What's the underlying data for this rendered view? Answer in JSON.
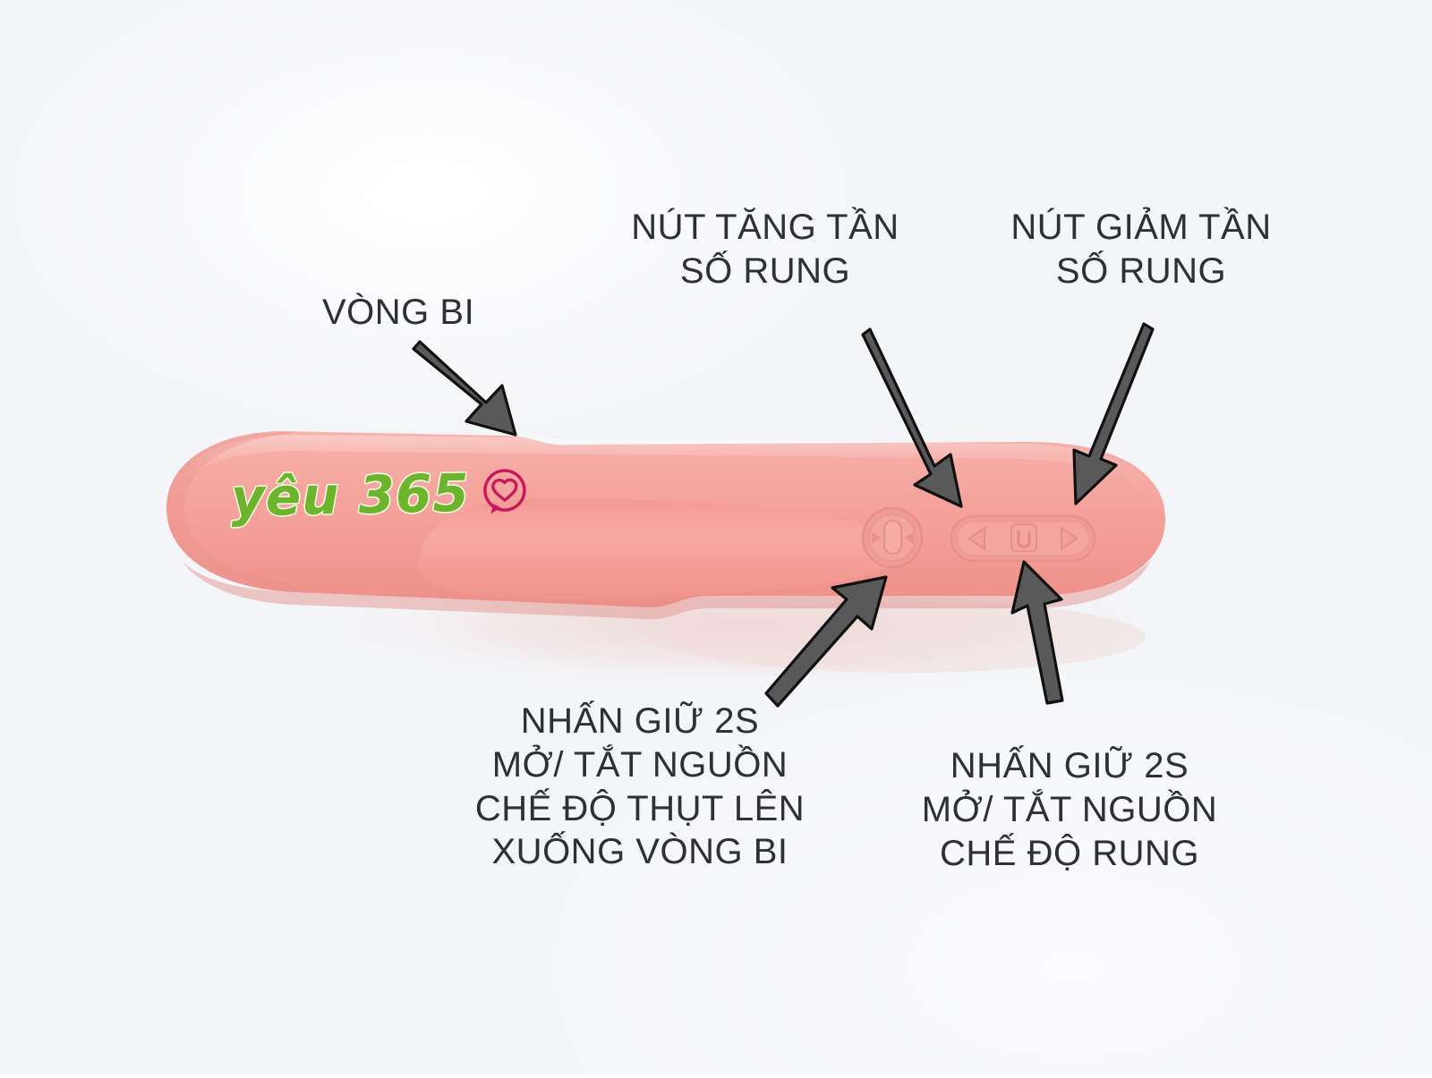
{
  "scene": {
    "background_color": "#f4f5f8",
    "subject": "pink silicone rabbit-style vibrator, annotated product diagram",
    "language": "vi"
  },
  "product": {
    "body_color": "#f4a09a",
    "body_shadow_color": "#f6d8d6",
    "logo": {
      "word": "yêu 365",
      "word_color": "#6cb42c",
      "badge_icon": "heart-speech-bubble-icon",
      "badge_color": "#c9185a"
    },
    "controls": [
      {
        "id": "thrust-button",
        "name": "thrust-power-button",
        "shape": "circle",
        "icon": "thrust-arrows-icon"
      },
      {
        "id": "freq-down-button",
        "name": "frequency-decrease-button",
        "shape": "triangle-left",
        "icon": "triangle-left-icon"
      },
      {
        "id": "vibe-power-button",
        "name": "vibration-power-button",
        "shape": "square",
        "icon": "power-u-icon"
      },
      {
        "id": "freq-up-button",
        "name": "frequency-increase-button",
        "shape": "triangle-right",
        "icon": "triangle-right-icon"
      }
    ]
  },
  "annotations": {
    "arrow_color": "#595959",
    "arrow_outline_color": "#111111",
    "text_color": "#2e3033",
    "labels": [
      {
        "id": "vong-bi",
        "text": "VÒNG BI",
        "points_to": "ball-ring-bulge"
      },
      {
        "id": "nut-tang",
        "text": "NÚT TĂNG TẦN\nSỐ RUNG",
        "points_to": "frequency-increase-button"
      },
      {
        "id": "nut-giam",
        "text": "NÚT GIẢM TẦN\nSỐ RUNG",
        "points_to": "frequency-decrease-button"
      },
      {
        "id": "power-thrust",
        "text": "NHẤN GIỮ 2S\nMỞ/ TẮT NGUỒN\nCHẾ ĐỘ THỤT LÊN\nXUỐNG VÒNG BI",
        "points_to": "thrust-power-button"
      },
      {
        "id": "power-vibe",
        "text": "NHẤN GIỮ 2S\nMỞ/ TẮT NGUỒN\nCHẾ ĐỘ RUNG",
        "points_to": "vibration-power-button"
      }
    ]
  }
}
